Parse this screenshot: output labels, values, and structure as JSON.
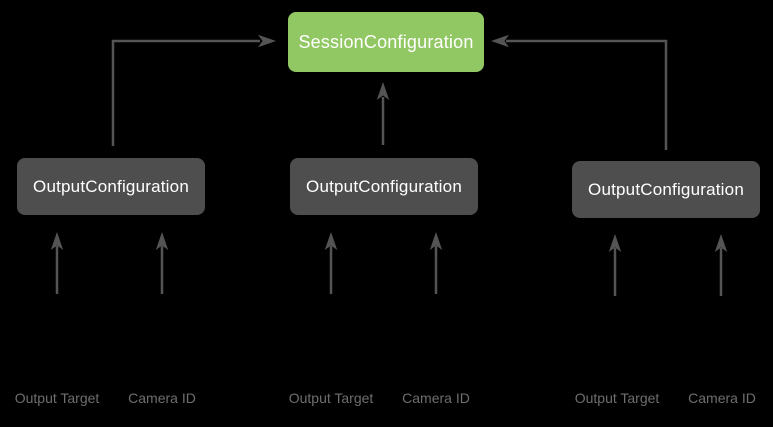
{
  "diagram": {
    "background_color": "#000000",
    "arrow_color": "#545454",
    "input_label_color": "#6e6e6e",
    "session_node": {
      "label": "SessionConfiguration",
      "fill_color": "#92c864",
      "text_color": "#ffffff"
    },
    "output_node_fill_color": "#4e4e4e",
    "output_nodes": [
      {
        "label": "OutputConfiguration",
        "inputs": [
          "Output Target",
          "Camera ID"
        ]
      },
      {
        "label": "OutputConfiguration",
        "inputs": [
          "Output Target",
          "Camera ID"
        ]
      },
      {
        "label": "OutputConfiguration",
        "inputs": [
          "Output Target",
          "Camera ID"
        ]
      }
    ]
  }
}
